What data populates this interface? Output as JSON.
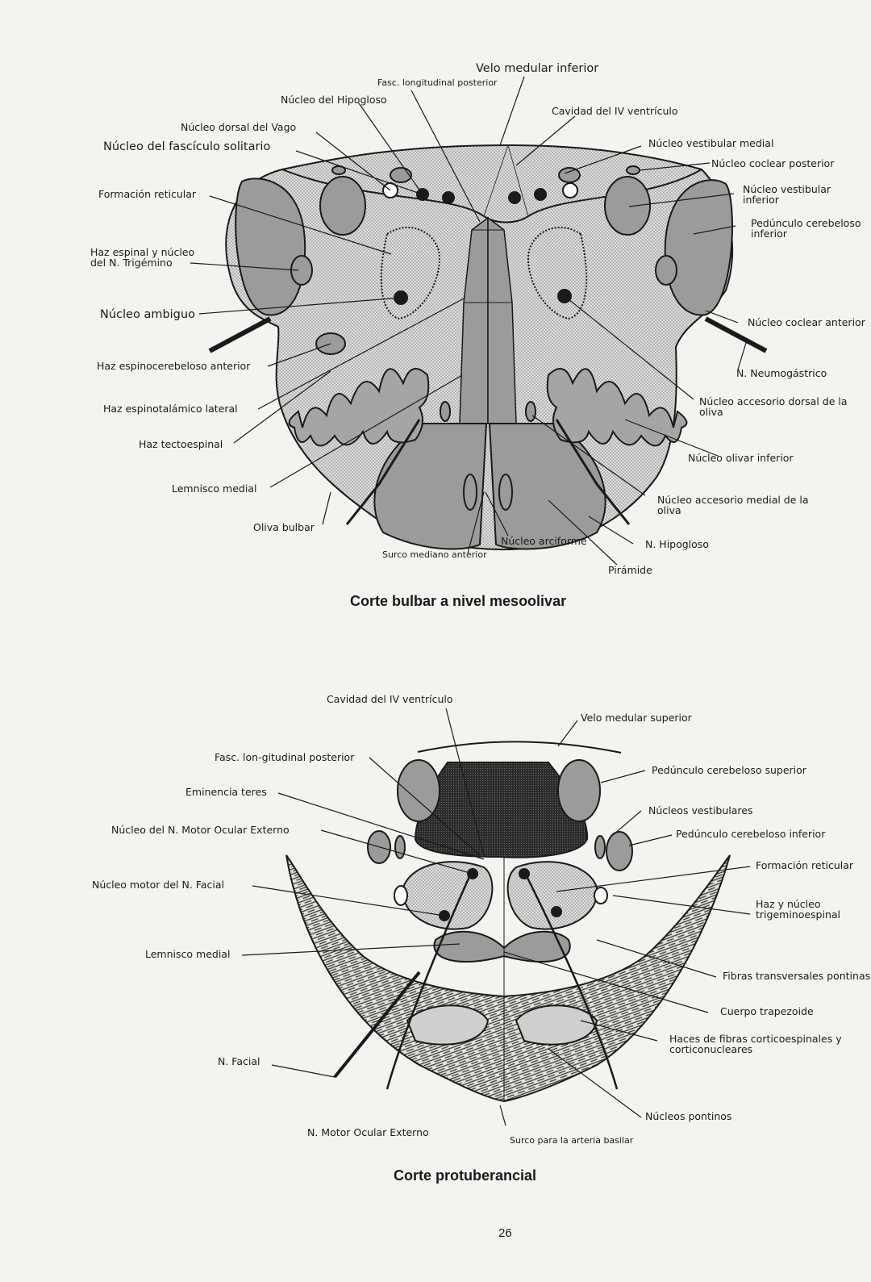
{
  "figure1": {
    "caption": "Corte bulbar a nivel mesoolivar",
    "labels": {
      "velo_inferior": "Velo medular inferior",
      "fasc_longitudinal": "Fasc. longitudinal posterior",
      "nucleo_hipogloso": "Núcleo del Hipogloso",
      "cavidad_iv": "Cavidad del IV ventrículo",
      "nucleo_dorsal_vago": "Núcleo dorsal del Vago",
      "nucleo_fasciculo_solitario": "Núcleo del fascículo solitario",
      "nucleo_vestibular_medial": "Núcleo vestibular medial",
      "nucleo_coclear_posterior": "Núcleo coclear posterior",
      "formacion_reticular": "Formación reticular",
      "nucleo_vestibular_inferior": "Núcleo vestibular inferior",
      "pedunculo_cerebeloso_inferior": "Pedúnculo cerebeloso inferior",
      "haz_espinal_trigemino": "Haz espinal y núcleo del N. Trigémino",
      "nucleo_ambiguo": "Núcleo ambiguo",
      "nucleo_coclear_anterior": "Núcleo coclear anterior",
      "haz_espinocerebeloso": "Haz espinocerebeloso anterior",
      "n_neumogastrico": "N. Neumogástrico",
      "haz_espinotalamico": "Haz espinotalámico lateral",
      "nucleo_accesorio_dorsal": "Núcleo accesorio dorsal de la oliva",
      "haz_tectoespinal": "Haz tectoespinal",
      "nucleo_olivar_inferior": "Núcleo olivar inferior",
      "lemnisco_medial": "Lemnisco medial",
      "nucleo_accesorio_medial": "Núcleo accesorio medial de la oliva",
      "oliva_bulbar": "Oliva bulbar",
      "nucleo_arciforme": "Núcleo arciforme",
      "n_hipogloso": "N. Hipogloso",
      "surco_mediano": "Surco mediano anterior",
      "piramide": "Pirámide"
    }
  },
  "figure2": {
    "caption": "Corte protuberancial",
    "labels": {
      "cavidad_iv": "Cavidad del IV ventrículo",
      "velo_superior": "Velo medular superior",
      "fasc_longitudinal": "Fasc. lon-gitudinal posterior",
      "pedunculo_superior": "Pedúnculo cerebeloso superior",
      "eminencia_teres": "Eminencia teres",
      "nucleos_vestibulares": "Núcleos vestibulares",
      "nucleo_motor_ocular": "Núcleo del N. Motor Ocular Externo",
      "pedunculo_inferior": "Pedúnculo cerebeloso inferior",
      "formacion_reticular": "Formación reticular",
      "nucleo_motor_facial": "Núcleo motor del N. Facial",
      "haz_trigeminoespinal": "Haz y núcleo trigeminoespinal",
      "lemnisco_medial": "Lemnisco medial",
      "fibras_transversales": "Fibras transversales pontinas",
      "cuerpo_trapezoide": "Cuerpo trapezoide",
      "haces_corticoespinales": "Haces de fibras corticoespinales y corticonucleares",
      "n_facial": "N. Facial",
      "nucleos_pontinos": "Núcleos pontinos",
      "n_motor_ocular": "N. Motor Ocular Externo",
      "surco_arteria_basilar": "Surco para la arteria basilar"
    }
  },
  "page_number": "26",
  "colors": {
    "ink": "#1a1a1a",
    "gray_fill": "#9a9a9a",
    "light_fill": "#d9d9d9",
    "dark_fill": "#2c2c2c",
    "paper": "#f4f3ef"
  }
}
